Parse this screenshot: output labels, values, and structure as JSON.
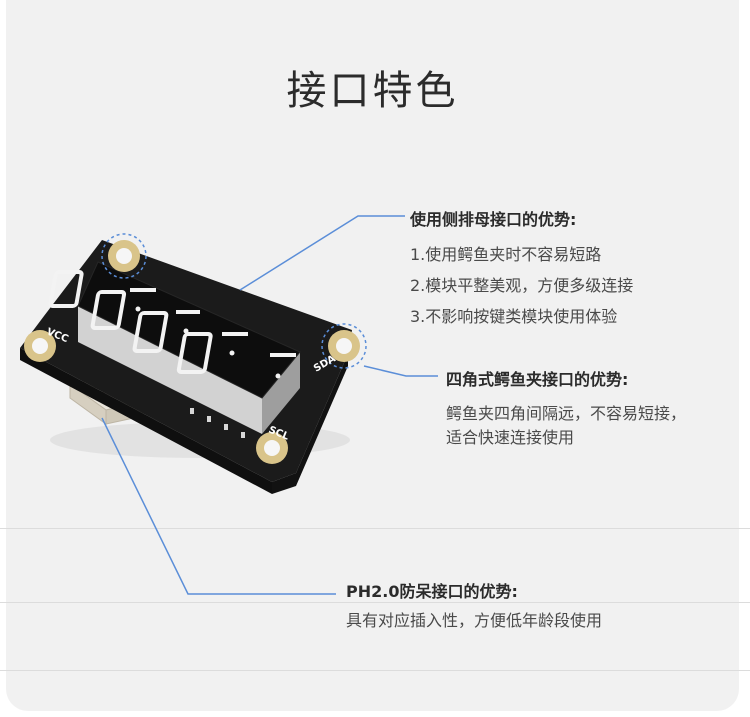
{
  "title": "接口特色",
  "features": {
    "side": {
      "heading": "使用侧排母接口的优势:",
      "lines": [
        "1.使用鳄鱼夹时不容易短路",
        "2.模块平整美观，方便多级连接",
        "3.不影响按键类模块使用体验"
      ]
    },
    "corner": {
      "heading": "四角式鳄鱼夹接口的优势:",
      "lines": [
        "鳄鱼夹四角间隔远，不容易短接，",
        "适合快速连接使用"
      ]
    },
    "ph": {
      "heading": "PH2.0防呆接口的优势:",
      "lines": [
        "具有对应插入性，方便低年龄段使用"
      ]
    }
  },
  "board": {
    "pin_labels": [
      "VCC",
      "SDA",
      "SCL"
    ]
  },
  "colors": {
    "callout": "#5b8ed8",
    "board": "#1b1b1b",
    "pad": "#d9c48a"
  }
}
